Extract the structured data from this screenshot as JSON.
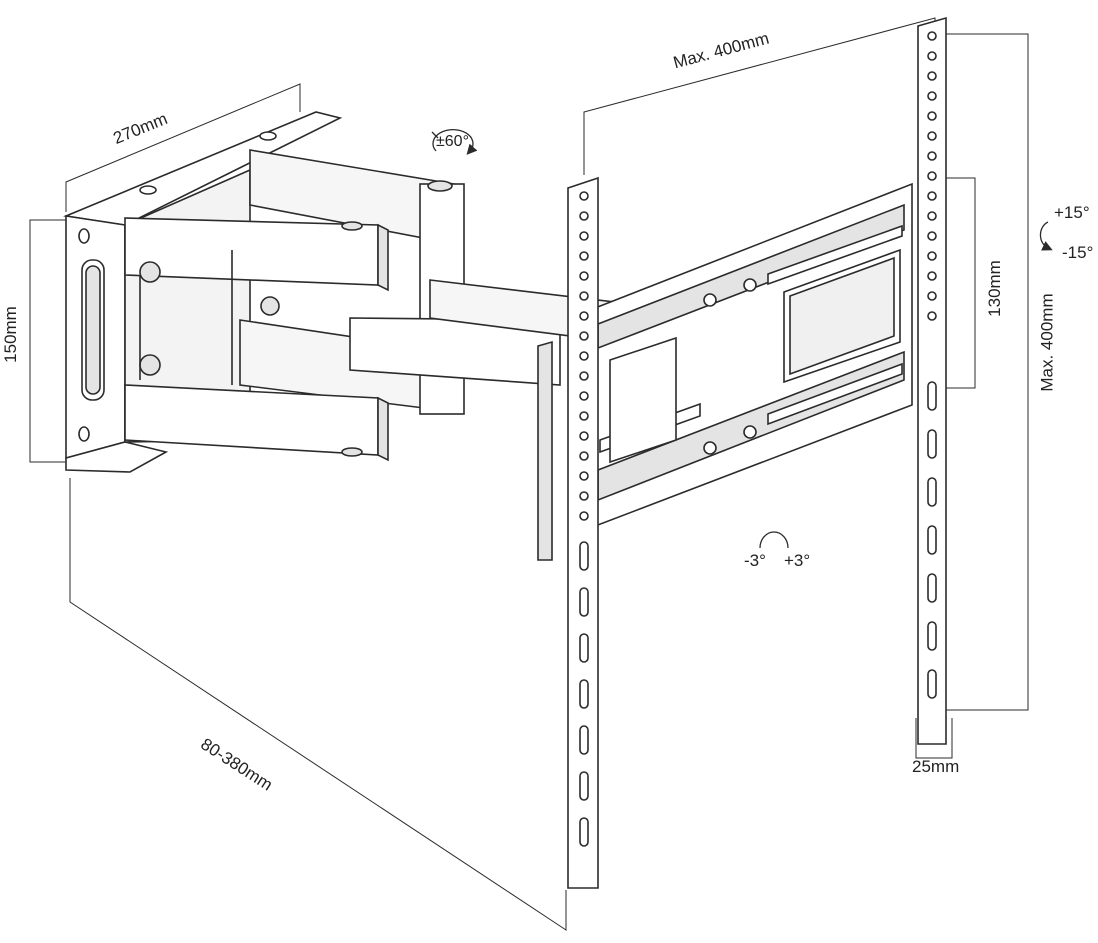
{
  "dimensions": {
    "wall_plate_width": "270mm",
    "wall_plate_height": "150mm",
    "extension": "80-380mm",
    "max_horizontal_spacing": "Max. 400mm",
    "max_vertical_spacing": "Max. 400mm",
    "bracket_span": "130mm",
    "rail_width": "25mm"
  },
  "rotations": {
    "swivel": "±60°",
    "tilt_up": "+15°",
    "tilt_down": "-15°",
    "level_minus": "-3°",
    "level_plus": "+3°"
  },
  "colors": {
    "line": "#2b2b2b",
    "fill": "#ffffff",
    "shade": "#e4e4e4",
    "text": "#222222"
  }
}
